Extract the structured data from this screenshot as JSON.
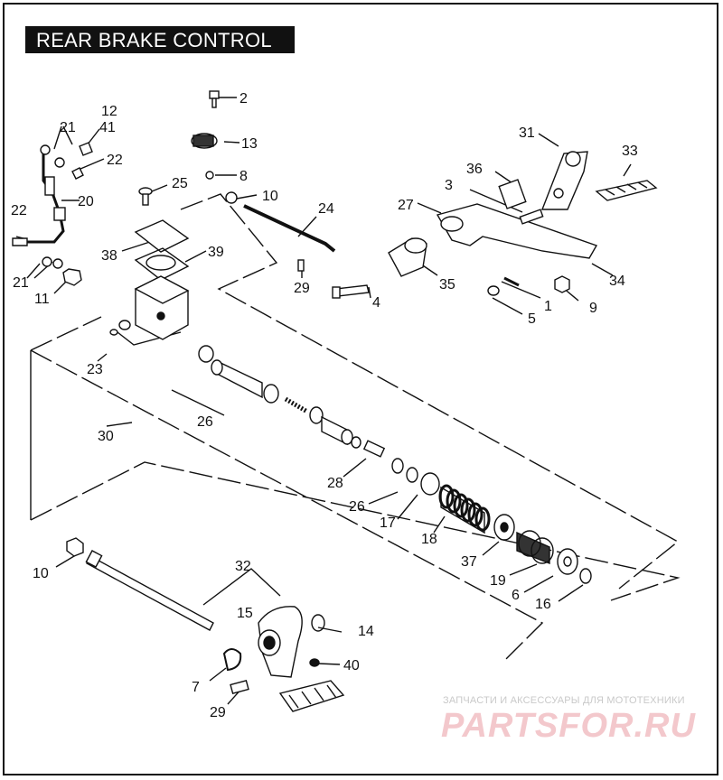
{
  "title": "REAR BRAKE CONTROL",
  "watermark": {
    "tagline": "ЗАПЧАСТИ И АКСЕССУАРЫ ДЛЯ МОТОТЕХНИКИ",
    "brand": "PARTSFOR.RU"
  },
  "callouts": [
    "2",
    "13",
    "8",
    "10",
    "12",
    "41",
    "21",
    "22",
    "20",
    "22",
    "21",
    "11",
    "25",
    "38",
    "39",
    "24",
    "29",
    "4",
    "31",
    "33",
    "36",
    "3",
    "27",
    "35",
    "34",
    "1",
    "9",
    "5",
    "23",
    "26",
    "30",
    "28",
    "26",
    "17",
    "18",
    "37",
    "19",
    "6",
    "16",
    "10",
    "32",
    "15",
    "14",
    "40",
    "7",
    "29"
  ],
  "colors": {
    "ink": "#111111",
    "title_bg": "#111111",
    "title_fg": "#ffffff",
    "watermark_brand": "#f3c8cc",
    "watermark_tagline": "#c9c9c9"
  }
}
